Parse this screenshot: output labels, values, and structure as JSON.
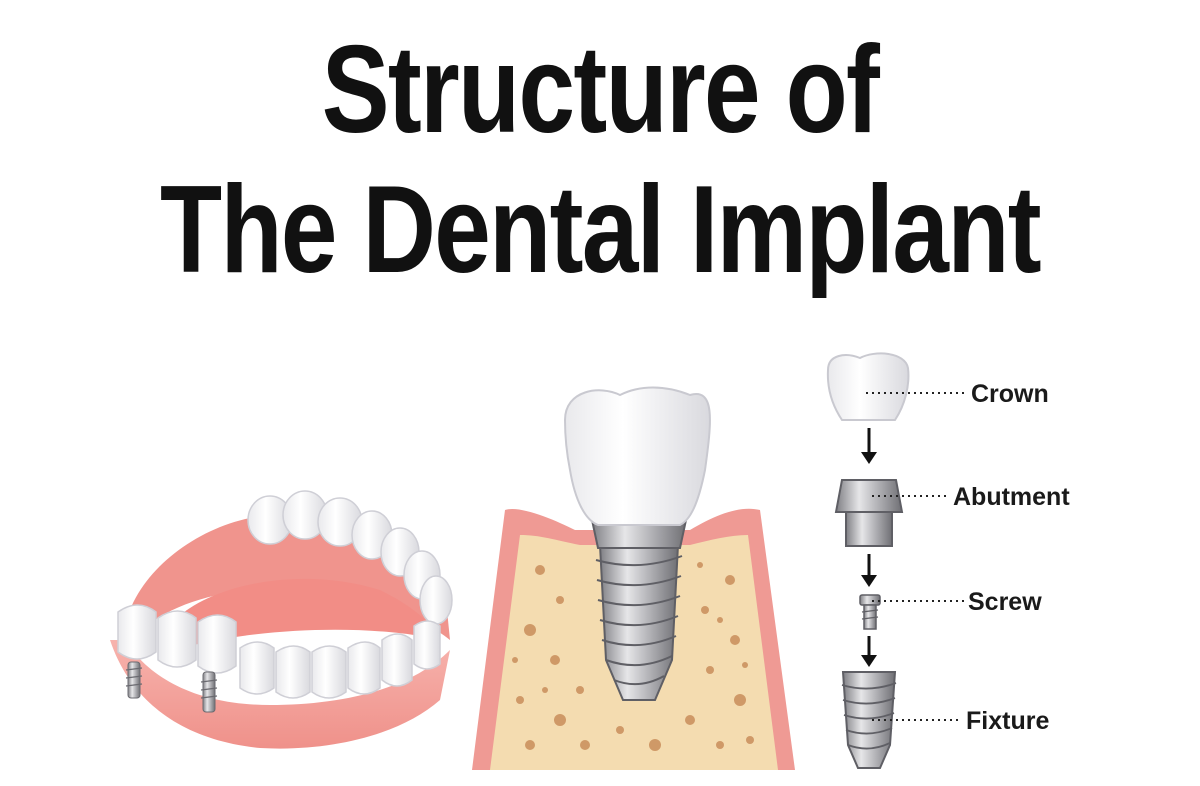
{
  "title": {
    "line1": "Structure of",
    "line2": "The Dental Implant"
  },
  "parts": [
    {
      "label": "Crown"
    },
    {
      "label": "Abutment"
    },
    {
      "label": "Screw"
    },
    {
      "label": "Fixture"
    }
  ],
  "colors": {
    "gum": "#f7a9a3",
    "gum_dark": "#e98780",
    "bone": "#f4dcb0",
    "bone_spots": "#c98e5b",
    "tooth": "#ffffff",
    "metal": "#b5b5b8",
    "text": "#111111"
  }
}
